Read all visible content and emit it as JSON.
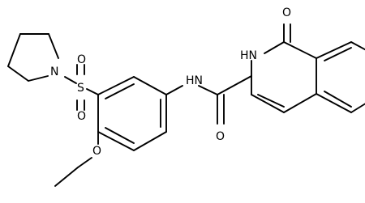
{
  "atoms": {
    "oxo_o": "O",
    "nh_ring": "HN",
    "amide_nh": "HN",
    "amide_o": "O",
    "sulfonyl_s": "S",
    "sulfonyl_o_top": "O",
    "sulfonyl_o_bottom": "O",
    "pyrrolidine_n": "N",
    "ether_o": "O"
  }
}
